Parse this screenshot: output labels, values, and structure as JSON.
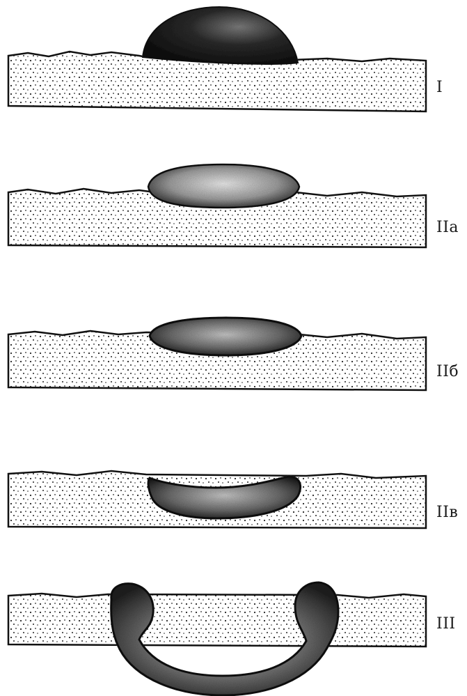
{
  "figure": {
    "stages": [
      {
        "id": "stage-1",
        "label": "I",
        "shape": "dome-on-surface"
      },
      {
        "id": "stage-2a",
        "label": "IIa",
        "shape": "lens-half-embedded"
      },
      {
        "id": "stage-2b",
        "label": "IIб",
        "shape": "lens-embedded"
      },
      {
        "id": "stage-2c",
        "label": "IIв",
        "shape": "crescent-embedded"
      },
      {
        "id": "stage-3",
        "label": "III",
        "shape": "arc-through-layer"
      }
    ],
    "colors": {
      "background": "#ffffff",
      "outline": "#111111",
      "substrate_dots": "#222222",
      "body_dark": "#1c1c1c",
      "body_mid": "#5a5a5a",
      "body_light": "#d8d8d8"
    }
  }
}
